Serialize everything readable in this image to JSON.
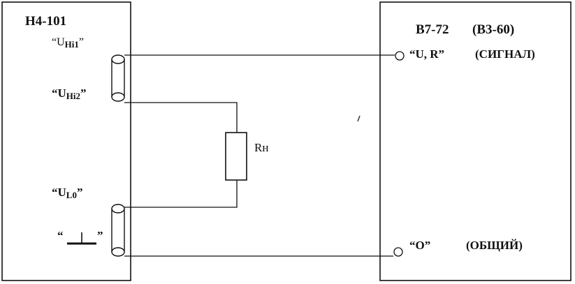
{
  "left_device": {
    "name": "Н4-101"
  },
  "right_device": {
    "name": "В7-72",
    "alt_name": "(В3-60)"
  },
  "terminals": {
    "uhi1": {
      "open_quote": "“U",
      "sub": "Hi1",
      "close_quote": "”"
    },
    "uhi2": {
      "open_quote": "“U",
      "sub": "Hi2",
      "close_quote": "”"
    },
    "ul0": {
      "open_quote": "“U",
      "sub": "L0",
      "close_quote": "”"
    },
    "ground": {
      "open_quote": "“",
      "close_quote": "”"
    },
    "signal": {
      "label": "“U, R”",
      "desc": "(СИГНАЛ)"
    },
    "common": {
      "label": "“O”",
      "desc": "(ОБЩИЙ)"
    }
  },
  "resistor": {
    "label": "Rн"
  },
  "colors": {
    "line": "#111111",
    "background": "#ffffff"
  },
  "icons": [
    "ground-icon",
    "terminal-circle-icon",
    "coax-cable-icon"
  ]
}
